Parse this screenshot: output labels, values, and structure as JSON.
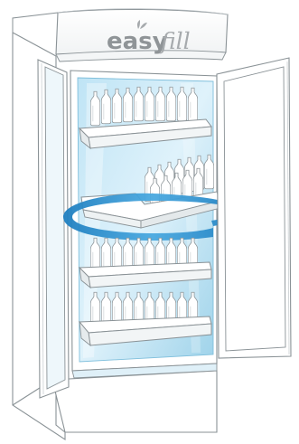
{
  "brand": {
    "prefix": "easy",
    "suffix": "fill"
  },
  "colors": {
    "outline": "#8a9296",
    "glass": "#cfeaf6",
    "glass_dark": "#8ccbe6",
    "arrow": "#2c8fcf",
    "logo_gray": "#8f9497",
    "logo_suffix": "#a6aaad"
  },
  "icons": {
    "logo_leaf": "leaf-icon",
    "rotation_arrow": "rotate-arrow-icon"
  },
  "illustration": {
    "subject": "refrigerator-with-rotating-shelf",
    "shelves": 4,
    "rotating_shelf_index": 2
  }
}
